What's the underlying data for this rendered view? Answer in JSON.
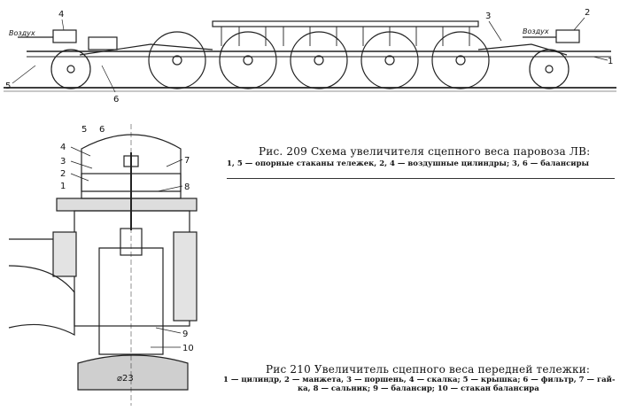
{
  "figure209": {
    "caption_title": "Рис. 209 Схема увеличителя сцепного веса паровоза ЛВ:",
    "caption_text": "1, 5 — опорные стаканы тележек, 2, 4 — воздушные цилиндры; 3, 6 — балансиры",
    "labels": {
      "air_left": "Воздух",
      "air_right": "Воздух",
      "n1": "1",
      "n2": "2",
      "n3": "3",
      "n4": "4",
      "n5": "5",
      "n6": "6"
    }
  },
  "figure210": {
    "caption_title": "Рис 210 Увеличитель сцепного веса передней тележки:",
    "caption_line1": "1 — цилиндр, 2 — манжета, 3 — поршень, 4 — скалка; 5 — крышка; 6 — фильтр, 7 — гай-",
    "caption_line2": "ка, 8 — сальник; 9 — балансир; 10 — стакан балансира",
    "labels": {
      "n1": "1",
      "n2": "2",
      "n3": "3",
      "n4": "4",
      "n5": "5",
      "n6": "6",
      "n7": "7",
      "n8": "8",
      "n9": "9",
      "n10": "10",
      "dim": "⌀23"
    }
  }
}
